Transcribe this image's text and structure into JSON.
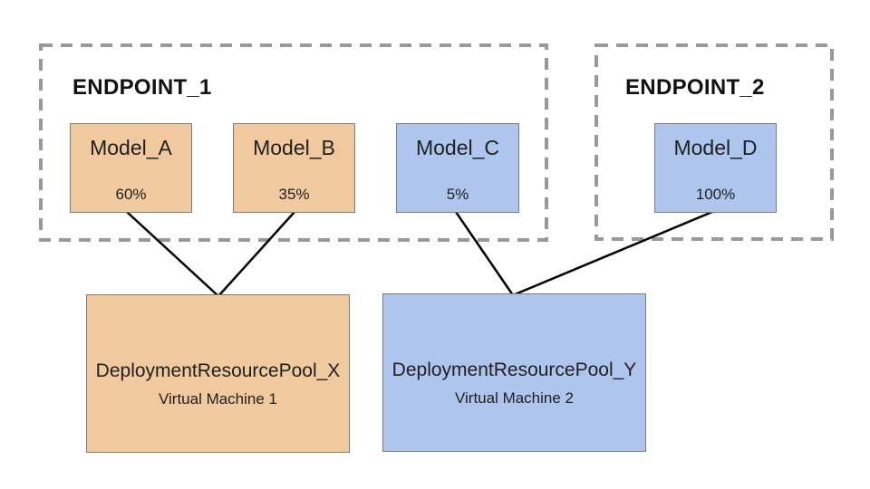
{
  "endpoints": [
    {
      "label": "ENDPOINT_1"
    },
    {
      "label": "ENDPOINT_2"
    }
  ],
  "models": [
    {
      "name": "Model_A",
      "traffic_split": "60%",
      "endpoint": "ENDPOINT_1",
      "fill": "#f0ca9e"
    },
    {
      "name": "Model_B",
      "traffic_split": "35%",
      "endpoint": "ENDPOINT_1",
      "fill": "#f0ca9e"
    },
    {
      "name": "Model_C",
      "traffic_split": "5%",
      "endpoint": "ENDPOINT_1",
      "fill": "#aec6ee"
    },
    {
      "name": "Model_D",
      "traffic_split": "100%",
      "endpoint": "ENDPOINT_2",
      "fill": "#aec6ee"
    }
  ],
  "pools": [
    {
      "name": "DeploymentResourcePool_X",
      "machine": "Virtual Machine 1",
      "fill": "#f0ca9e"
    },
    {
      "name": "DeploymentResourcePool_Y",
      "machine": "Virtual Machine 2",
      "fill": "#aec6ee"
    }
  ],
  "connections": [
    {
      "from": "Model_A",
      "to": "DeploymentResourcePool_X"
    },
    {
      "from": "Model_B",
      "to": "DeploymentResourcePool_X"
    },
    {
      "from": "Model_C",
      "to": "DeploymentResourcePool_Y"
    },
    {
      "from": "Model_D",
      "to": "DeploymentResourcePool_Y"
    }
  ],
  "colors": {
    "orange_fill": "#f0ca9e",
    "blue_fill": "#aec6ee",
    "box_border": "#7d7d7d",
    "dashed_border": "#999999",
    "connector_line": "#000000",
    "text": "#1f1f1f"
  }
}
